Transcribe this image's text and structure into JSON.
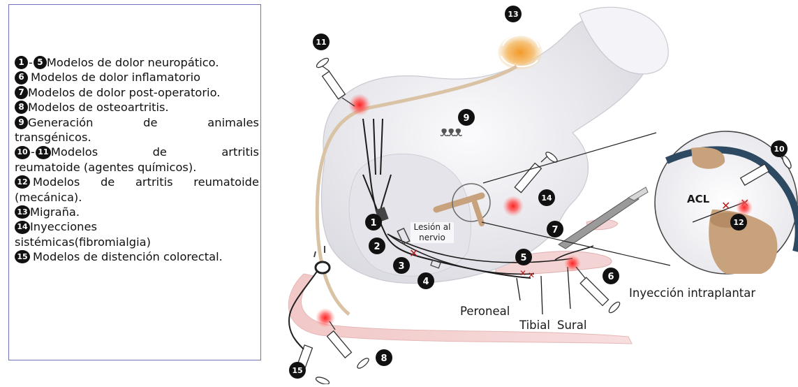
{
  "legend": {
    "items": [
      {
        "num_a": "1",
        "sep": "-",
        "num_b": "5",
        "text": "Modelos de dolor neuropático."
      },
      {
        "num_a": "6",
        "text": "Modelos de dolor inflamatorio"
      },
      {
        "num_a": "7",
        "text": "Modelos de dolor post-operatorio."
      },
      {
        "num_a": "8",
        "text": "Modelos de osteoartritis."
      },
      {
        "num_a": "9",
        "text_parts": [
          "Generación",
          "de",
          "animales"
        ],
        "text_cont": "transgénicos."
      },
      {
        "num_a": "10",
        "sep": "-",
        "num_b": "11",
        "text_parts": [
          "Modelos",
          "de",
          "artritis"
        ],
        "text_cont": "reumatoide (agentes químicos)."
      },
      {
        "num_a": "12",
        "text_parts": [
          "Modelos",
          "de",
          "artritis",
          "reumatoide"
        ],
        "text_cont": "(mecánica)."
      },
      {
        "num_a": "13",
        "text": "Migraña."
      },
      {
        "num_a": "14",
        "text": "Inyecciones",
        "text_cont": "sistémicas(fibromialgia)"
      },
      {
        "num_a": "15",
        "text": "Modelos de distención colorectal."
      }
    ]
  },
  "figure": {
    "markers": [
      "1",
      "2",
      "3",
      "4",
      "5",
      "6",
      "7",
      "8",
      "9",
      "10",
      "11",
      "12",
      "13",
      "14",
      "15"
    ],
    "labels": {
      "lesion": "Lesión al nervio",
      "peroneal": "Peroneal",
      "tibial": "Tibial",
      "sural": "Sural",
      "intraplantar": "Inyección intraplantar",
      "acl": "ACL",
      "genes": "ᴥᴥᴥ"
    }
  }
}
